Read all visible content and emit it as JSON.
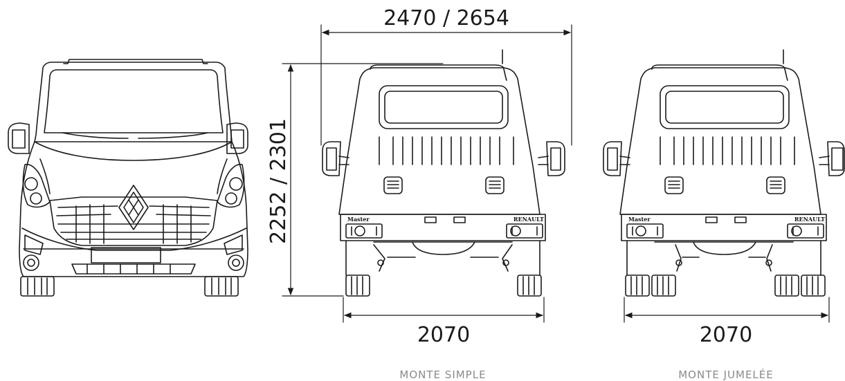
{
  "dimensions": {
    "overall_width": "2470 / 2654",
    "height": "2252 / 2301",
    "track_simple": "2070",
    "track_jumelee": "2070"
  },
  "captions": {
    "simple": "MONTE SIMPLE",
    "jumelee": "MONTE JUMELÉE"
  },
  "badges": {
    "model": "Master",
    "brand": "RENAULT"
  },
  "colors": {
    "line": "#1a1a1a",
    "caption": "#8a8a8a"
  }
}
